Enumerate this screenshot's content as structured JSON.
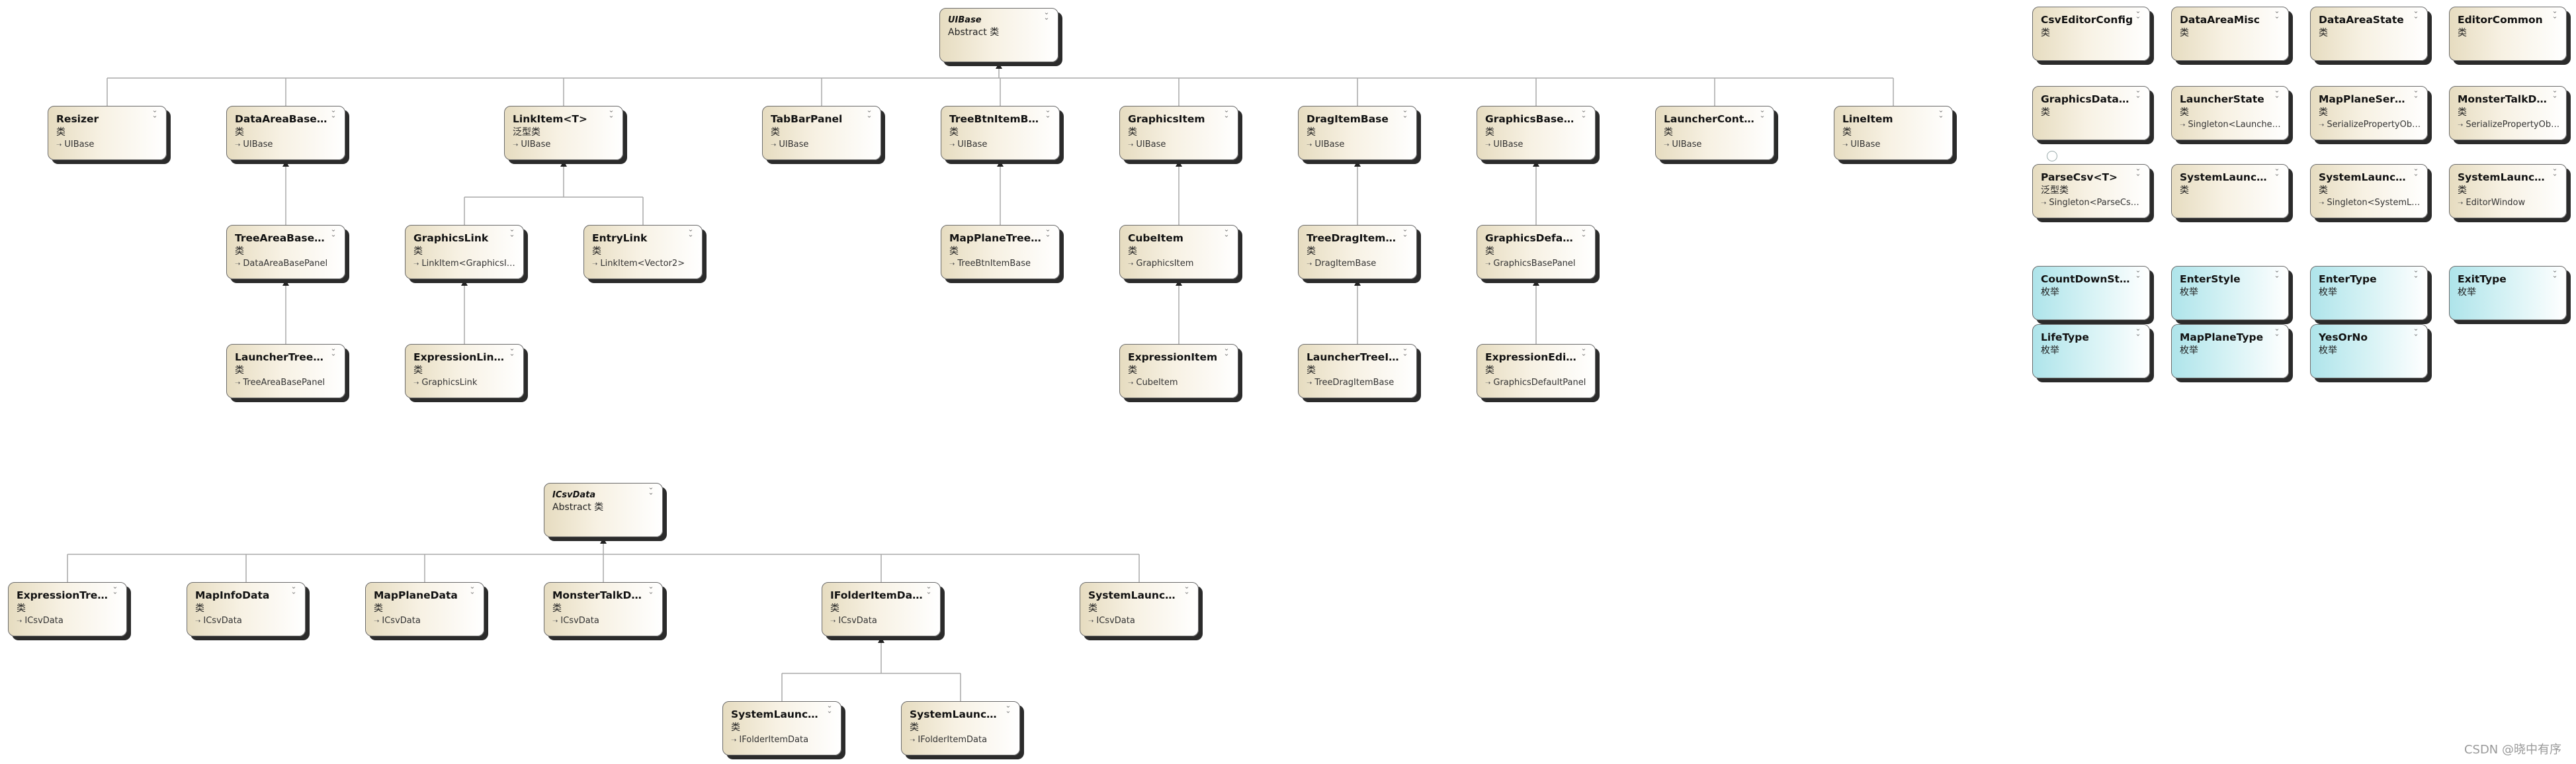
{
  "root1": {
    "name": "UIBase",
    "kind": "Abstract 类"
  },
  "root2": {
    "name": "ICsvData",
    "kind": "Abstract 类"
  },
  "tree1_row1": [
    {
      "name": "Resizer",
      "kind": "类",
      "base": "UIBase"
    },
    {
      "name": "DataAreaBasePanel",
      "kind": "类",
      "base": "UIBase"
    },
    {
      "name": "LinkItem<T>",
      "kind": "泛型类",
      "base": "UIBase"
    },
    {
      "name": "TabBarPanel",
      "kind": "类",
      "base": "UIBase"
    },
    {
      "name": "TreeBtnItemBase",
      "kind": "类",
      "base": "UIBase"
    },
    {
      "name": "GraphicsItem",
      "kind": "类",
      "base": "UIBase"
    },
    {
      "name": "DragItemBase",
      "kind": "类",
      "base": "UIBase"
    },
    {
      "name": "GraphicsBasePanel",
      "kind": "类",
      "base": "UIBase"
    },
    {
      "name": "LauncherContentPanel",
      "kind": "类",
      "base": "UIBase"
    },
    {
      "name": "LineItem",
      "kind": "类",
      "base": "UIBase"
    }
  ],
  "tree1_row2": [
    {
      "name": "TreeAreaBasePanel",
      "kind": "类",
      "base": "DataAreaBasePanel"
    },
    {
      "name": "GraphicsLink",
      "kind": "类",
      "base": "LinkItem<GraphicsItem>"
    },
    {
      "name": "EntryLink",
      "kind": "类",
      "base": "LinkItem<Vector2>"
    },
    {
      "name": "MapPlaneTreeItem",
      "kind": "类",
      "base": "TreeBtnItemBase"
    },
    {
      "name": "CubeItem",
      "kind": "类",
      "base": "GraphicsItem"
    },
    {
      "name": "TreeDragItemBase",
      "kind": "类",
      "base": "DragItemBase"
    },
    {
      "name": "GraphicsDefaultPanel",
      "kind": "类",
      "base": "GraphicsBasePanel"
    }
  ],
  "tree1_row3": [
    {
      "name": "LauncherTreePanel",
      "kind": "类",
      "base": "TreeAreaBasePanel"
    },
    {
      "name": "ExpressionLinkItem",
      "kind": "类",
      "base": "GraphicsLink"
    },
    {
      "name": "ExpressionItem",
      "kind": "类",
      "base": "CubeItem"
    },
    {
      "name": "LauncherTreeItem",
      "kind": "类",
      "base": "TreeDragItemBase"
    },
    {
      "name": "ExpressionEditPanel",
      "kind": "类",
      "base": "GraphicsDefaultPanel"
    }
  ],
  "tree2_row1": [
    {
      "name": "ExpressionTreeData",
      "kind": "类",
      "base": "ICsvData"
    },
    {
      "name": "MapInfoData",
      "kind": "类",
      "base": "ICsvData"
    },
    {
      "name": "MapPlaneData",
      "kind": "类",
      "base": "ICsvData"
    },
    {
      "name": "MonsterTalkData",
      "kind": "类",
      "base": "ICsvData"
    },
    {
      "name": "IFolderItemData",
      "kind": "类",
      "base": "ICsvData"
    },
    {
      "name": "SystemLauncherData",
      "kind": "类",
      "base": "ICsvData"
    }
  ],
  "tree2_row2": [
    {
      "name": "SystemLauncherItemData",
      "kind": "类",
      "base": "IFolderItemData"
    },
    {
      "name": "SystemLauncherFolderData",
      "kind": "类",
      "base": "IFolderItemData"
    }
  ],
  "standalone": [
    {
      "name": "CsvEditorConfig",
      "kind": "类",
      "base": ""
    },
    {
      "name": "DataAreaMisc",
      "kind": "类",
      "base": ""
    },
    {
      "name": "DataAreaState",
      "kind": "类",
      "base": ""
    },
    {
      "name": "EditorCommon",
      "kind": "类",
      "base": ""
    },
    {
      "name": "GraphicsDataSettings",
      "kind": "类",
      "base": ""
    },
    {
      "name": "LauncherState",
      "kind": "类",
      "base": "Singleton<LauncherState>"
    },
    {
      "name": "MapPlaneSerObj",
      "kind": "类",
      "base": "SerializePropertyObject"
    },
    {
      "name": "MonsterTalkDataSerObj",
      "kind": "类",
      "base": "SerializePropertyObject"
    },
    {
      "name": "ParseCsv<T>",
      "kind": "泛型类",
      "base": "Singleton<ParseCsv<T>>"
    },
    {
      "name": "SystemLauncherConfig",
      "kind": "类",
      "base": ""
    },
    {
      "name": "SystemLauncherState",
      "kind": "类",
      "base": "Singleton<SystemLauncherState>"
    },
    {
      "name": "SystemLauncherWindow",
      "kind": "类",
      "base": "EditorWindow"
    }
  ],
  "enums": [
    {
      "name": "CountDownStyle",
      "kind": "枚举"
    },
    {
      "name": "EnterStyle",
      "kind": "枚举"
    },
    {
      "name": "EnterType",
      "kind": "枚举"
    },
    {
      "name": "ExitType",
      "kind": "枚举"
    },
    {
      "name": "LifeType",
      "kind": "枚举"
    },
    {
      "name": "MapPlaneType",
      "kind": "枚举"
    },
    {
      "name": "YesOrNo",
      "kind": "枚举"
    }
  ],
  "icons": {
    "expand": "chevron-double-down-icon",
    "inherit": "inherit-arrow-icon"
  },
  "colors": {
    "class_fill": "#e6dcc0",
    "enum_fill": "#aee4ea",
    "shadow": "#2b2b2b",
    "line": "#9a9a9a"
  },
  "watermark": "CSDN @晓中有序"
}
